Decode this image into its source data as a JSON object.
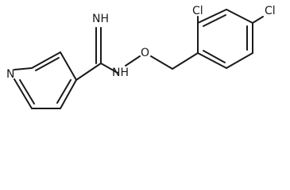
{
  "molecule": {
    "atoms": {
      "imine": "NH",
      "amine": "NH",
      "oxygen": "O",
      "pyridine_n": "N",
      "chloro_ortho": "Cl",
      "chloro_para": "Cl"
    }
  }
}
